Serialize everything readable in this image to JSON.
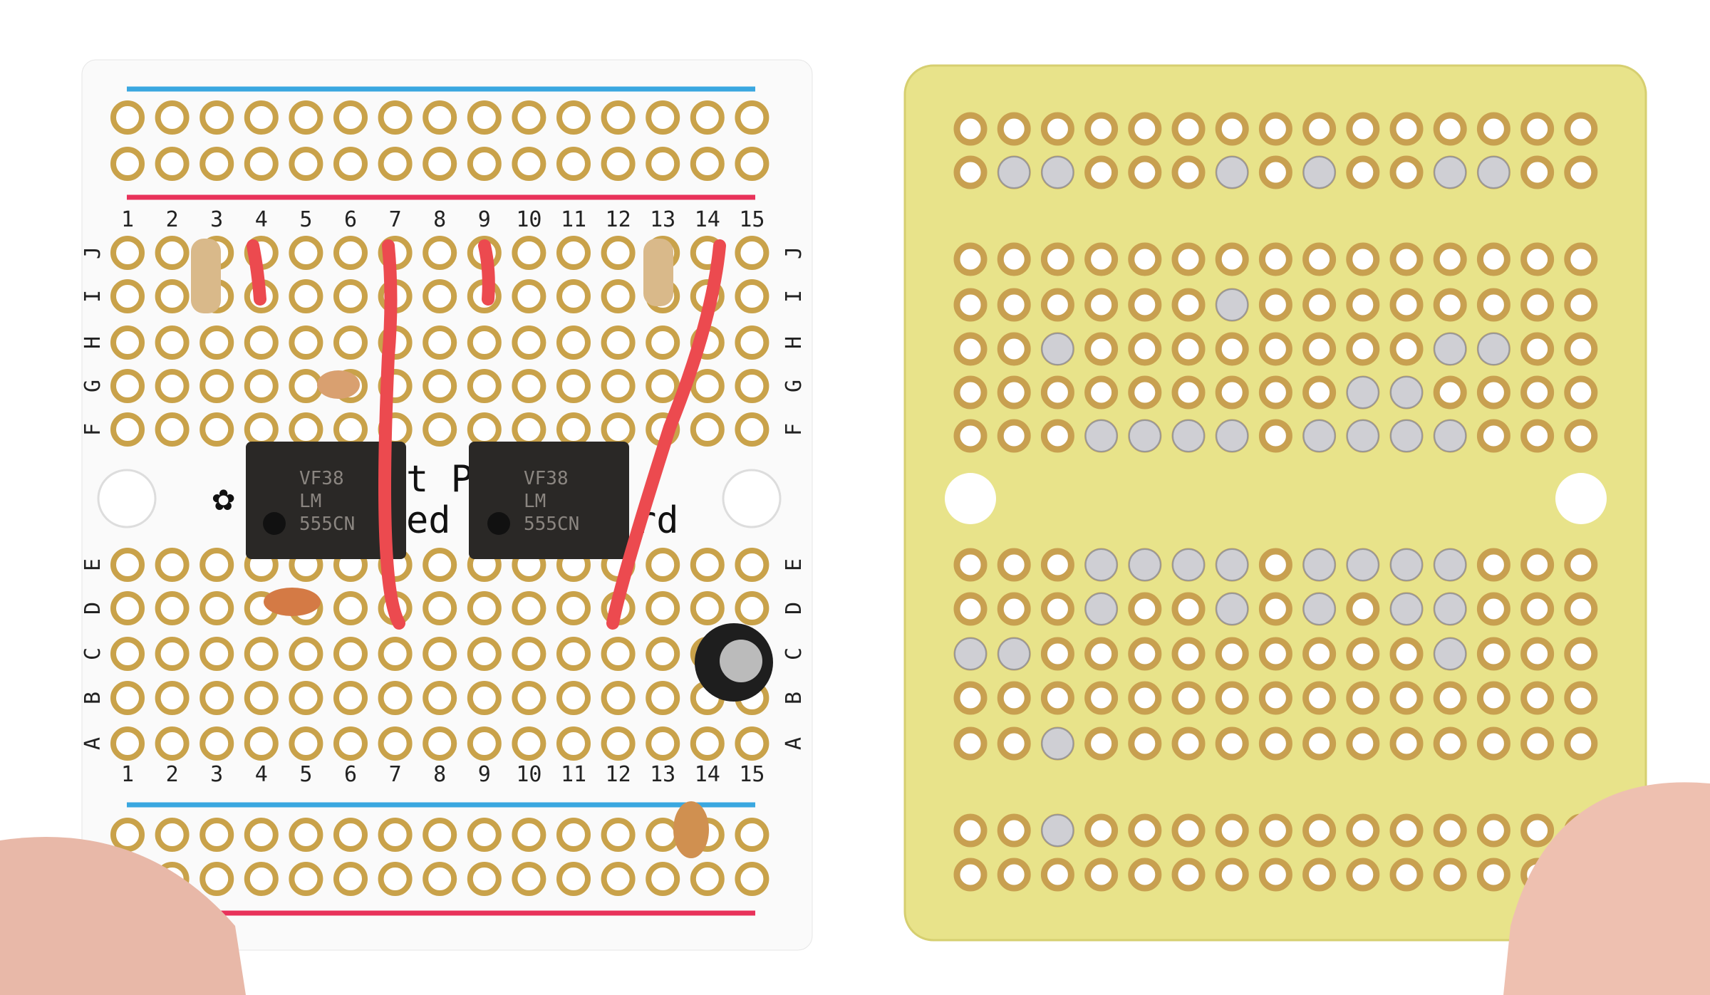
{
  "left_board": {
    "column_numbers": [
      "1",
      "2",
      "3",
      "4",
      "5",
      "6",
      "7",
      "8",
      "9",
      "10",
      "11",
      "12",
      "13",
      "14",
      "15"
    ],
    "rows_upper": [
      "J",
      "I",
      "H",
      "G",
      "F"
    ],
    "rows_lower": [
      "E",
      "D",
      "C",
      "B",
      "A"
    ],
    "silkscreen": [
      "t P",
      "ed",
      "rd"
    ],
    "chips": [
      {
        "maker": "VF38",
        "line1": "LM",
        "line2": "555CN"
      },
      {
        "maker": "VF38",
        "line1": "LM",
        "line2": "555CN"
      }
    ],
    "colors": {
      "board": "#fafafa",
      "pad": "#c9a24a",
      "rail_blue": "#3aa7e0",
      "rail_red": "#e8325a",
      "wire": "#ec4a4f"
    }
  },
  "right_board": {
    "colors": {
      "board": "#e8e38a",
      "pad": "#c8a050",
      "solder": "#c8c8cc"
    }
  }
}
